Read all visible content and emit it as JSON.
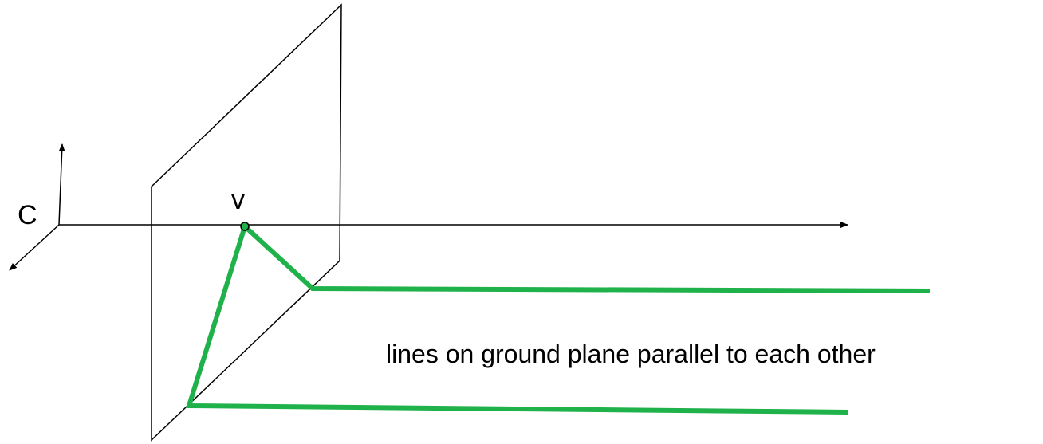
{
  "labels": {
    "camera_center": "C",
    "vanishing_point": "v",
    "caption": "lines on ground plane parallel to each other"
  },
  "colors": {
    "line": "#000000",
    "ground_lines": "#1fb14a",
    "background": "#ffffff"
  }
}
